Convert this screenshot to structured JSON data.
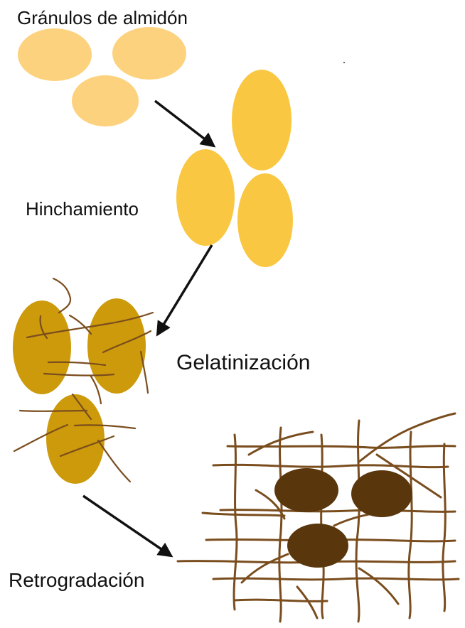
{
  "diagram": {
    "stages": [
      {
        "label": "Gránulos de almidón"
      },
      {
        "label": "Hinchamiento"
      },
      {
        "label": "Gelatinización"
      },
      {
        "label": "Retrogradación"
      }
    ],
    "colors": {
      "granule_native": "#FDD27E",
      "granule_swollen": "#FAC742",
      "granule_gelatinized": "#CC9A0A",
      "granule_retrograded": "#59360C",
      "amylose_strand": "#7A4D1E",
      "arrow": "#111111"
    }
  }
}
